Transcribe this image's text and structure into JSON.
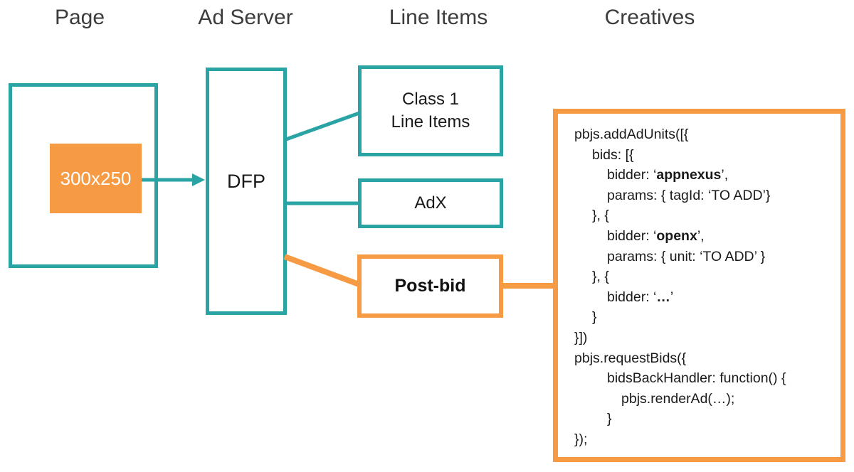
{
  "headers": {
    "page": "Page",
    "ad_server": "Ad Server",
    "line_items": "Line Items",
    "creatives": "Creatives"
  },
  "page": {
    "ad_slot_label": "300x250"
  },
  "ad_server": {
    "dfp_label": "DFP"
  },
  "line_items": {
    "class1_label": "Class 1\nLine Items",
    "adx_label": "AdX",
    "postbid_label": "Post-bid"
  },
  "colors": {
    "teal": "#29A3A3",
    "orange": "#F79A44"
  },
  "code": {
    "lines": [
      {
        "indent": 0,
        "segments": [
          {
            "t": "pbjs.addAdUnits([{"
          }
        ]
      },
      {
        "indent": 1,
        "segments": [
          {
            "t": "bids: [{"
          }
        ]
      },
      {
        "indent": 2,
        "segments": [
          {
            "t": "bidder: ‘"
          },
          {
            "t": "appnexus",
            "b": true
          },
          {
            "t": "’,"
          }
        ]
      },
      {
        "indent": 2,
        "segments": [
          {
            "t": "params: { tagId: ‘TO ADD’}"
          }
        ]
      },
      {
        "indent": 1,
        "segments": [
          {
            "t": "}, {"
          }
        ]
      },
      {
        "indent": 2,
        "segments": [
          {
            "t": "bidder: ‘"
          },
          {
            "t": "openx",
            "b": true
          },
          {
            "t": "’,"
          }
        ]
      },
      {
        "indent": 2,
        "segments": [
          {
            "t": "params: { unit: ‘TO ADD’ }"
          }
        ]
      },
      {
        "indent": 1,
        "segments": [
          {
            "t": "}, {"
          }
        ]
      },
      {
        "indent": 2,
        "segments": [
          {
            "t": "bidder: ‘"
          },
          {
            "t": "…",
            "b": true
          },
          {
            "t": "’"
          }
        ]
      },
      {
        "indent": 1,
        "segments": [
          {
            "t": "}"
          }
        ]
      },
      {
        "indent": 0,
        "segments": [
          {
            "t": "}])"
          }
        ]
      },
      {
        "indent": 0,
        "segments": [
          {
            "t": "pbjs.requestBids({"
          }
        ]
      },
      {
        "indent": 2,
        "segments": [
          {
            "t": "bidsBackHandler: function() {"
          }
        ]
      },
      {
        "indent": 3,
        "segments": [
          {
            "t": "pbjs.renderAd(…);"
          }
        ]
      },
      {
        "indent": 2,
        "segments": [
          {
            "t": "}"
          }
        ]
      },
      {
        "indent": 0,
        "segments": [
          {
            "t": "});"
          }
        ]
      }
    ]
  }
}
